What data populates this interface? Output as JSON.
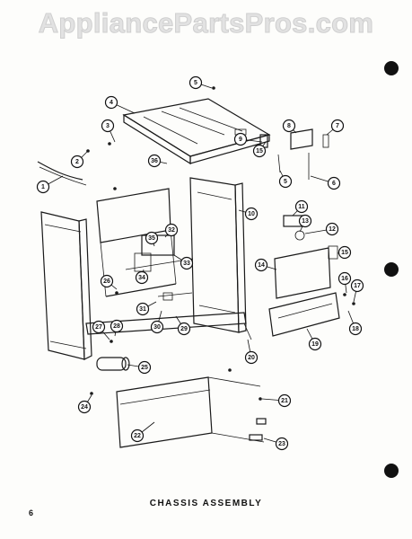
{
  "watermark": "AppliancePartsPros.com",
  "caption": "CHASSIS ASSEMBLY",
  "page_number": "6",
  "callouts": [
    {
      "label": "1"
    },
    {
      "label": "2"
    },
    {
      "label": "3"
    },
    {
      "label": "4"
    },
    {
      "label": "5"
    },
    {
      "label": "5"
    },
    {
      "label": "6"
    },
    {
      "label": "7"
    },
    {
      "label": "8"
    },
    {
      "label": "9"
    },
    {
      "label": "10"
    },
    {
      "label": "11"
    },
    {
      "label": "12"
    },
    {
      "label": "13"
    },
    {
      "label": "14"
    },
    {
      "label": "15"
    },
    {
      "label": "15"
    },
    {
      "label": "16"
    },
    {
      "label": "17"
    },
    {
      "label": "18"
    },
    {
      "label": "19"
    },
    {
      "label": "20"
    },
    {
      "label": "21"
    },
    {
      "label": "22"
    },
    {
      "label": "23"
    },
    {
      "label": "24"
    },
    {
      "label": "25"
    },
    {
      "label": "26"
    },
    {
      "label": "27"
    },
    {
      "label": "28"
    },
    {
      "label": "29"
    },
    {
      "label": "30"
    },
    {
      "label": "31"
    },
    {
      "label": "32"
    },
    {
      "label": "33"
    },
    {
      "label": "34"
    },
    {
      "label": "35"
    },
    {
      "label": "36"
    }
  ]
}
